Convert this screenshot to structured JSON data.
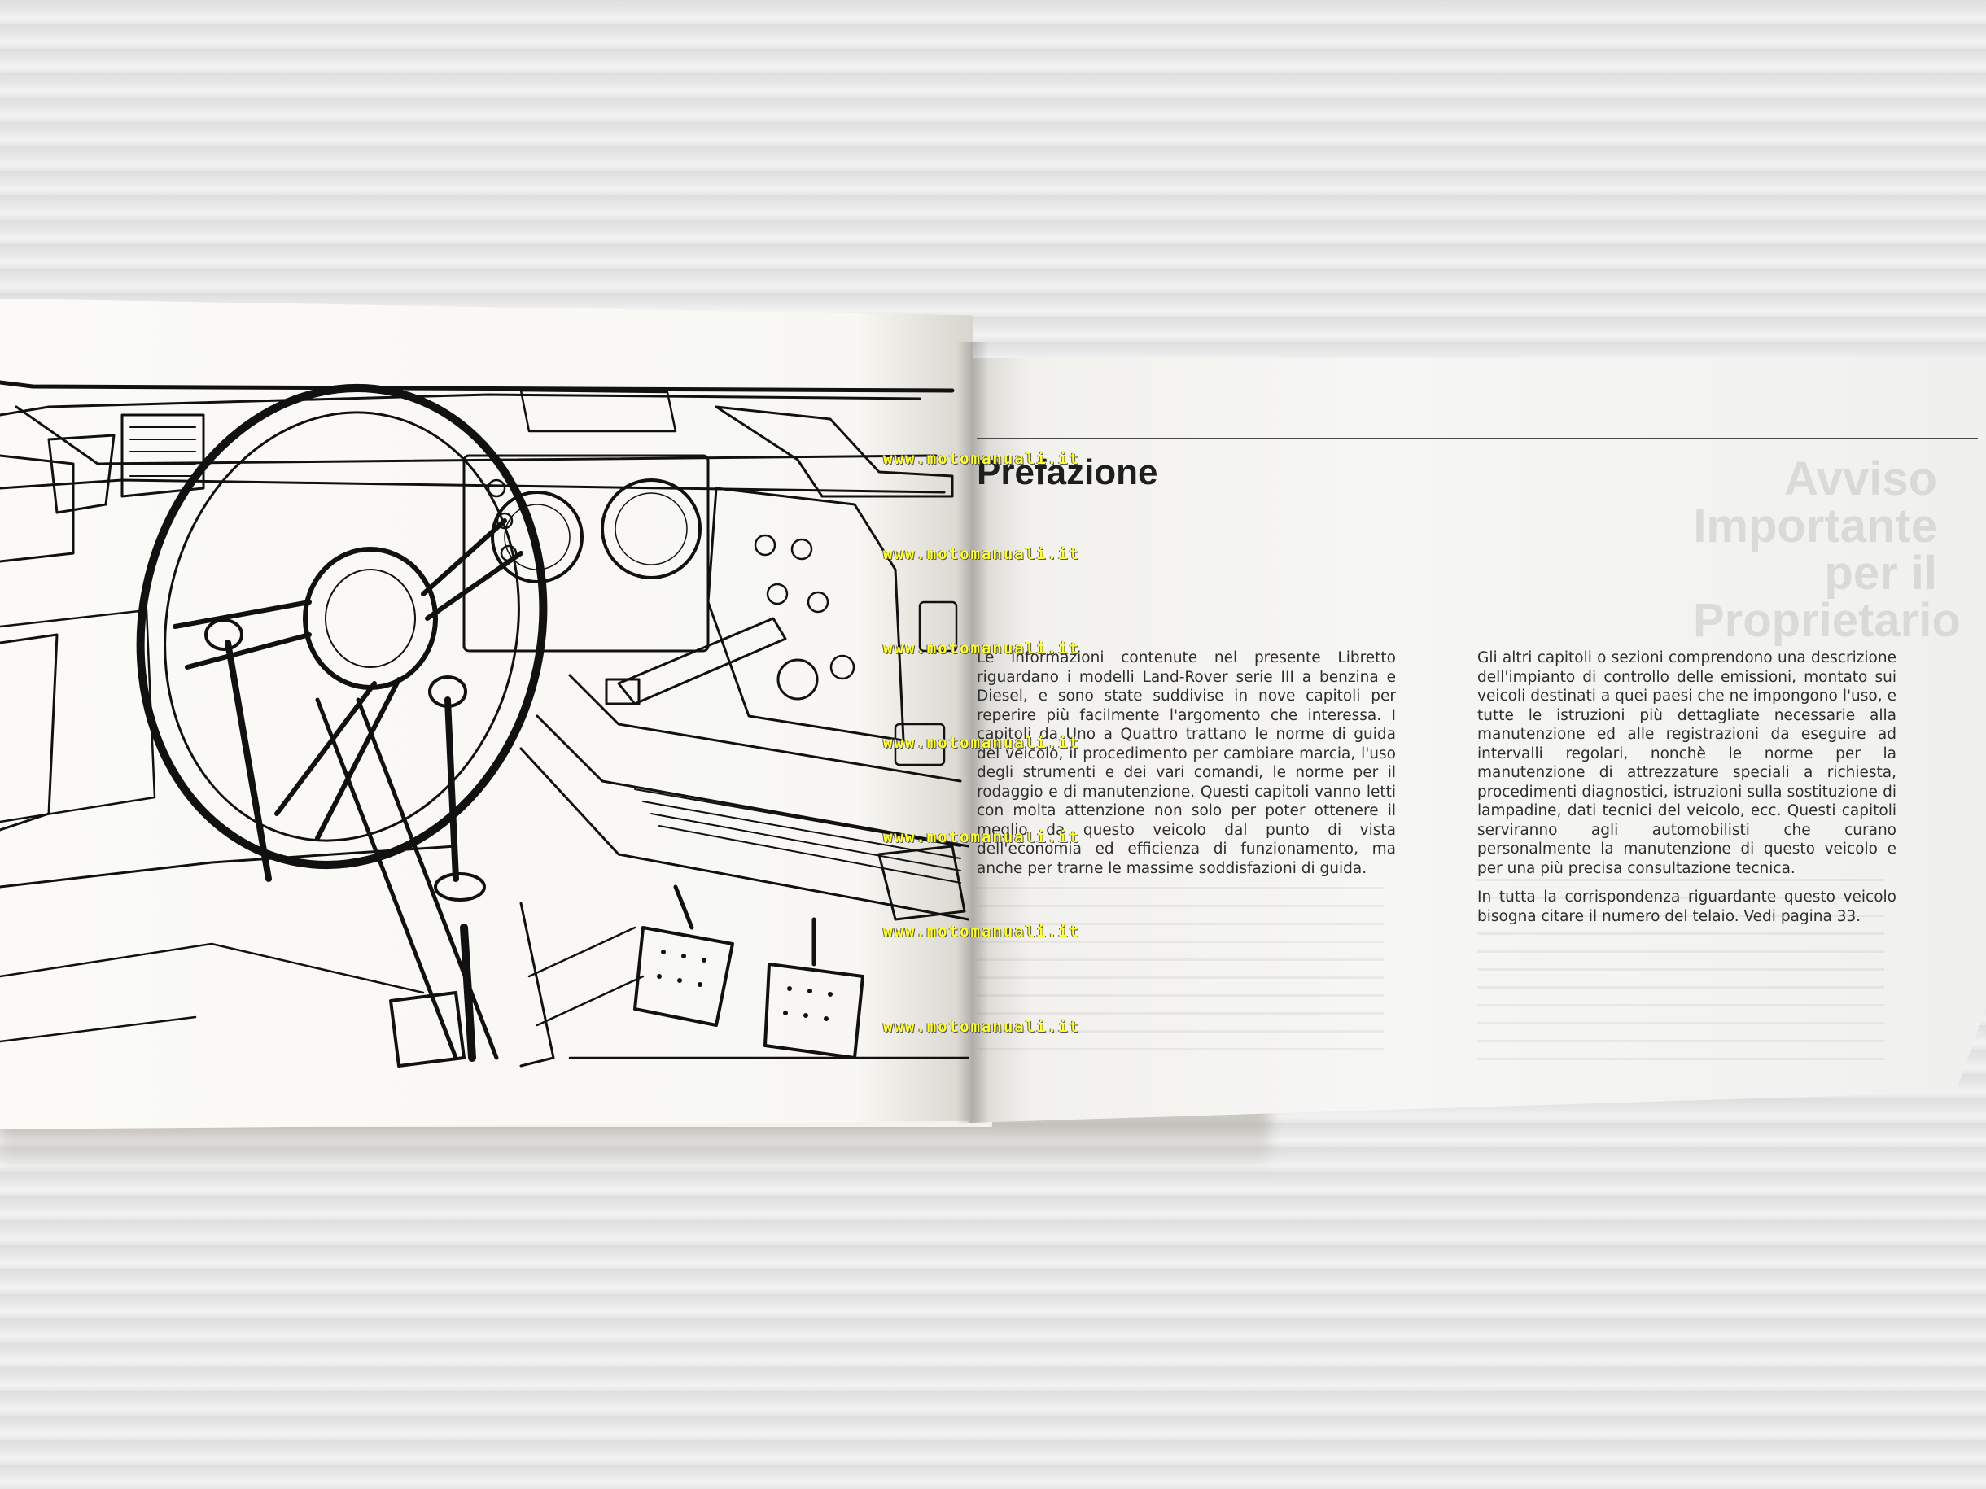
{
  "watermark": {
    "text": "www.motomanuali.it",
    "color": "#ffff33"
  },
  "right_page": {
    "title": "Prefazione",
    "column_1": {
      "paragraph_1": "Le informazioni contenute nel presente Libretto riguardano i modelli Land-Rover serie III a benzina e Diesel, e sono state suddivise in nove capitoli per reperire più facilmente l'argomento che interessa. I capitoli da Uno a Quattro trattano le norme di guida del veicolo, il procedimento per cambiare marcia, l'uso degli strumenti e dei vari comandi, le norme per il rodaggio e di manutenzione. Questi capitoli vanno letti con molta attenzione non solo per poter ottenere il meglio da questo veicolo dal punto di vista dell'economia ed efficienza di funzionamento, ma anche per trarne le massime soddisfazioni di guida."
    },
    "column_2": {
      "paragraph_1": "Gli altri capitoli o sezioni comprendono una descrizione dell'impianto di controllo delle emissioni, montato sui veicoli destinati a quei paesi che ne impongono l'uso, e tutte le istruzioni più dettagliate necessarie alla manutenzione ed alle registrazioni da eseguire ad intervalli regolari, nonchè le norme per la manutenzione di attrezzature speciali a richiesta, procedimenti diagnostici, istruzioni sulla sostituzione di lampadine, dati tecnici del veicolo, ecc. Questi capitoli serviranno agli automobilisti che curano personalmente la manutenzione di questo veicolo e per una più precisa consultazione tecnica.",
      "paragraph_2": "In tutta la corrispondenza riguardante questo veicolo bisogna citare il numero del telaio. Vedi pagina 33."
    },
    "show_through_heading": "Avviso Importante per il Proprietario"
  },
  "left_page": {
    "illustration": "dashboard-steering-wheel-line-drawing"
  }
}
